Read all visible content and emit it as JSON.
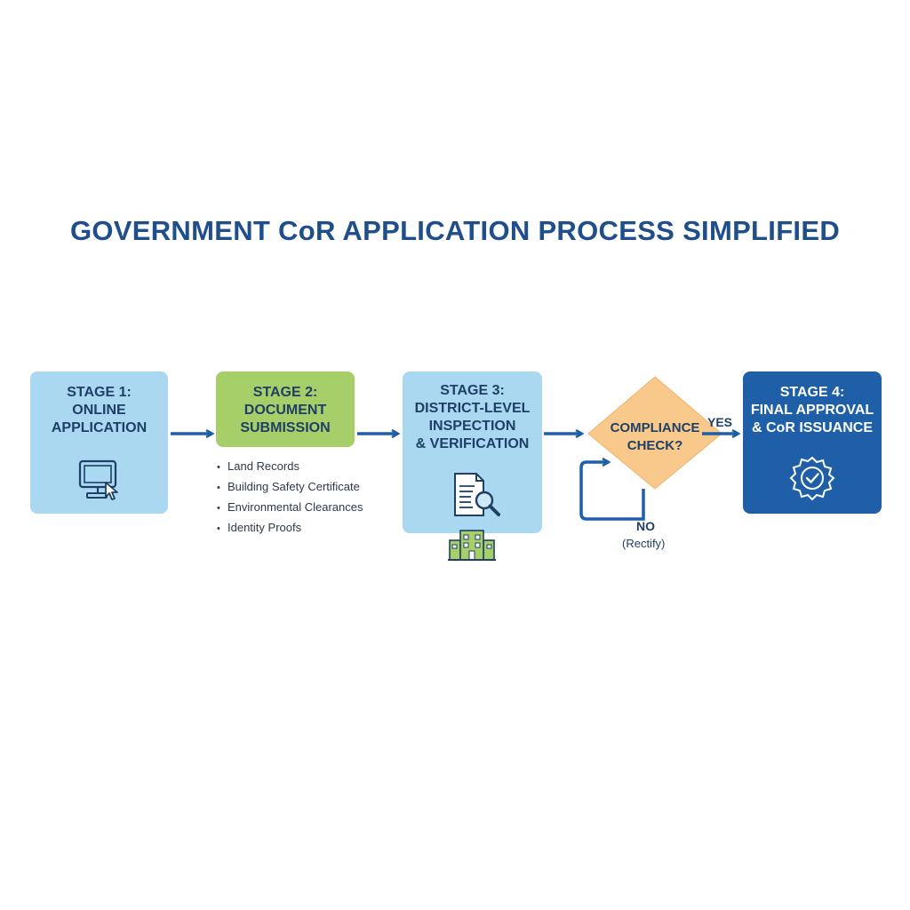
{
  "title": "GOVERNMENT CoR APPLICATION PROCESS SIMPLIFIED",
  "stages": [
    {
      "label": "STAGE 1:\nONLINE\nAPPLICATION",
      "icon": "computer-icon"
    },
    {
      "label": "STAGE 2:\nDOCUMENT\nSUBMISSION"
    },
    {
      "label": "STAGE 3:\nDISTRICT-LEVEL\nINSPECTION\n& VERIFICATION",
      "icon": "document-search-icon"
    },
    {
      "label": "STAGE 4:\nFINAL APPROVAL\n& CoR ISSUANCE",
      "icon": "approval-badge-icon"
    }
  ],
  "documents": [
    "Land Records",
    "Building Safety Certificate",
    "Environmental Clearances",
    "Identity Proofs"
  ],
  "decision": {
    "label": "COMPLIANCE\nCHECK?",
    "yes_label": "YES",
    "no_label": "NO",
    "no_note": "(Rectify)"
  },
  "colors": {
    "title": "#1f4e8c",
    "stage_light_blue": "#a9d8f0",
    "stage_green": "#a6cf6a",
    "stage_dark_blue": "#1f5fa8",
    "decision": "#f8c98a",
    "arrow": "#1f5fa8"
  }
}
